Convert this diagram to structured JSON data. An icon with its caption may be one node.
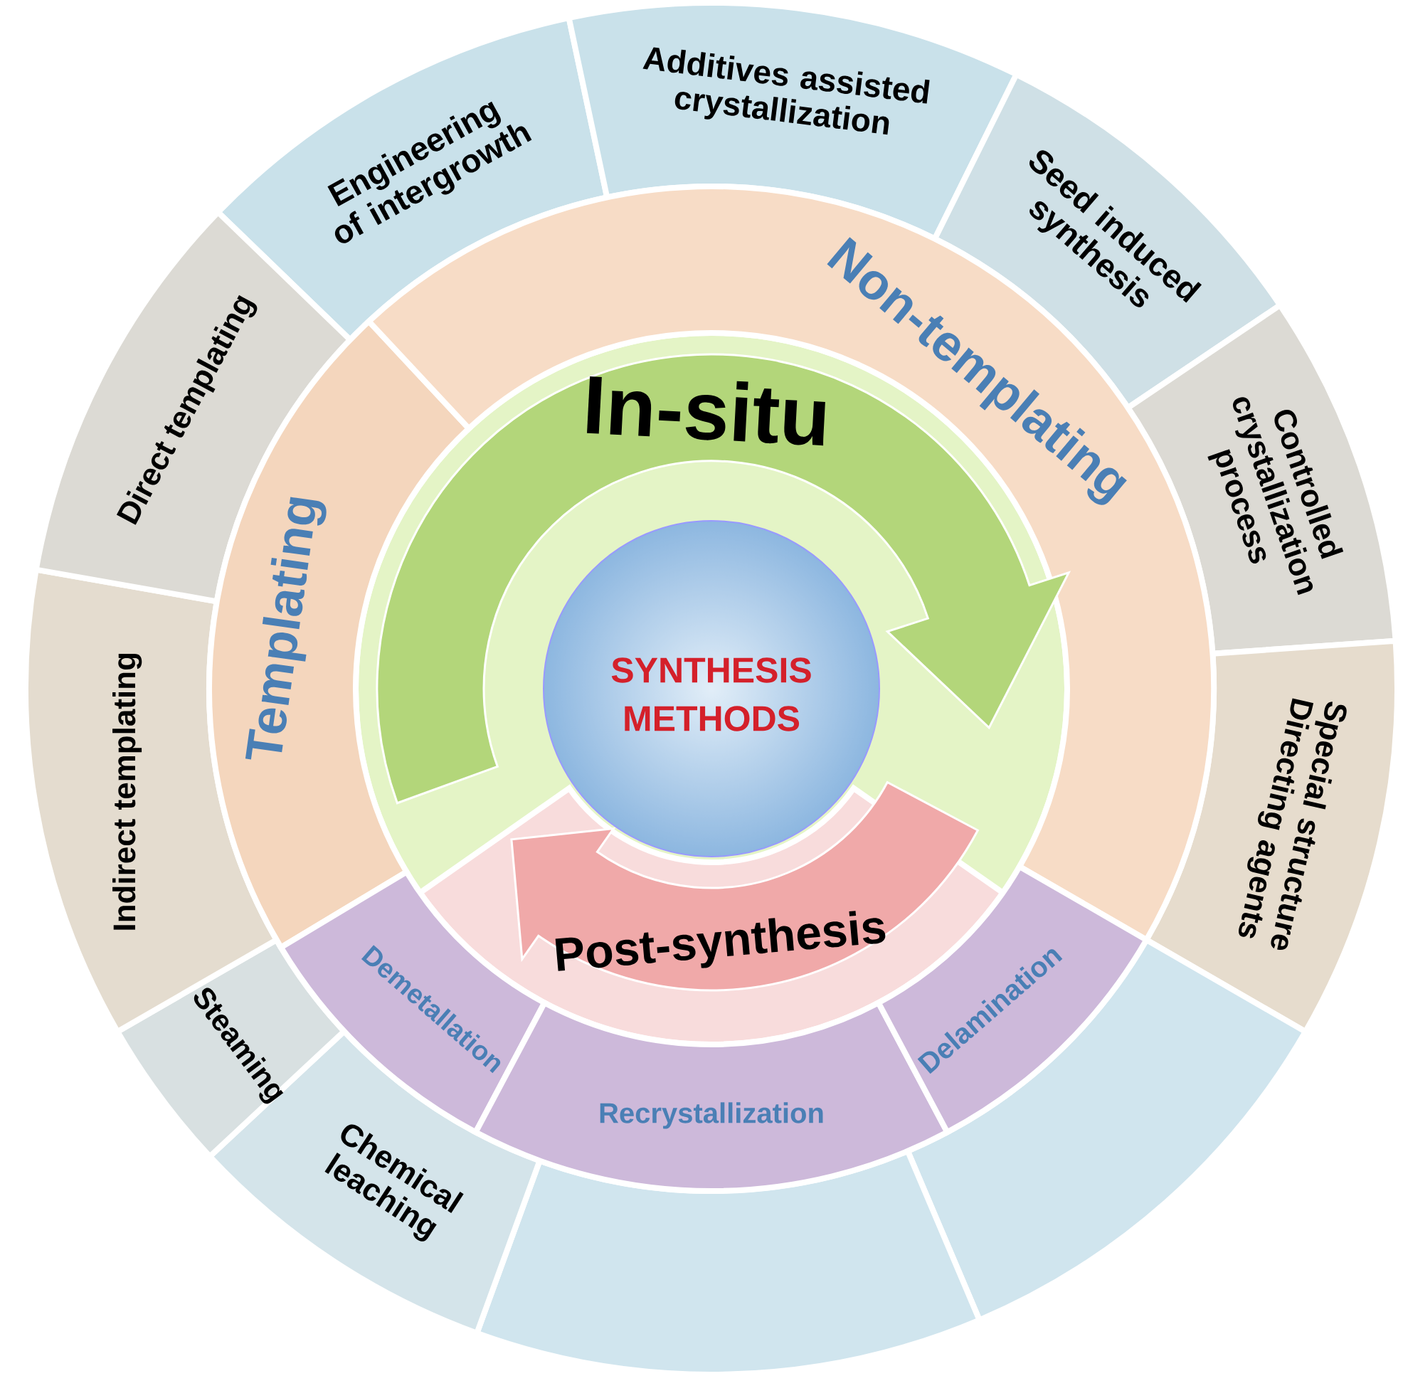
{
  "diagram": {
    "nodes": [
      {
        "text": [
          "Engineering of intergrowth"
        ]
      },
      {
        "text": [
          "Additives assisted crystallization"
        ]
      },
      {
        "text": [
          "Seed induced synthesis"
        ]
      },
      {
        "text": [
          "Controlled crystallization process"
        ]
      },
      {
        "text": [
          "Special structure Directing agents"
        ]
      },
      {
        "text": [],
        "shape": "sector"
      },
      {
        "text": [],
        "shape": "sector"
      },
      {
        "text": [
          "Chemical leaching"
        ]
      },
      {
        "text": [
          "Steaming"
        ]
      },
      {
        "text": [
          "Indirect templating"
        ]
      },
      {
        "text": [
          "Direct templating"
        ]
      },
      {
        "text": [
          "Templating"
        ]
      },
      {
        "text": [
          "Non-templating"
        ]
      },
      {
        "text": [
          "Demetallation"
        ]
      },
      {
        "text": [
          "Recrystallization"
        ]
      },
      {
        "text": [
          "Delamination"
        ]
      },
      {
        "text": [
          "In-situ"
        ]
      },
      {
        "text": [
          "Post-synthesis"
        ]
      },
      {
        "text": [
          "SYNTHESIS METHODS"
        ]
      }
    ]
  }
}
